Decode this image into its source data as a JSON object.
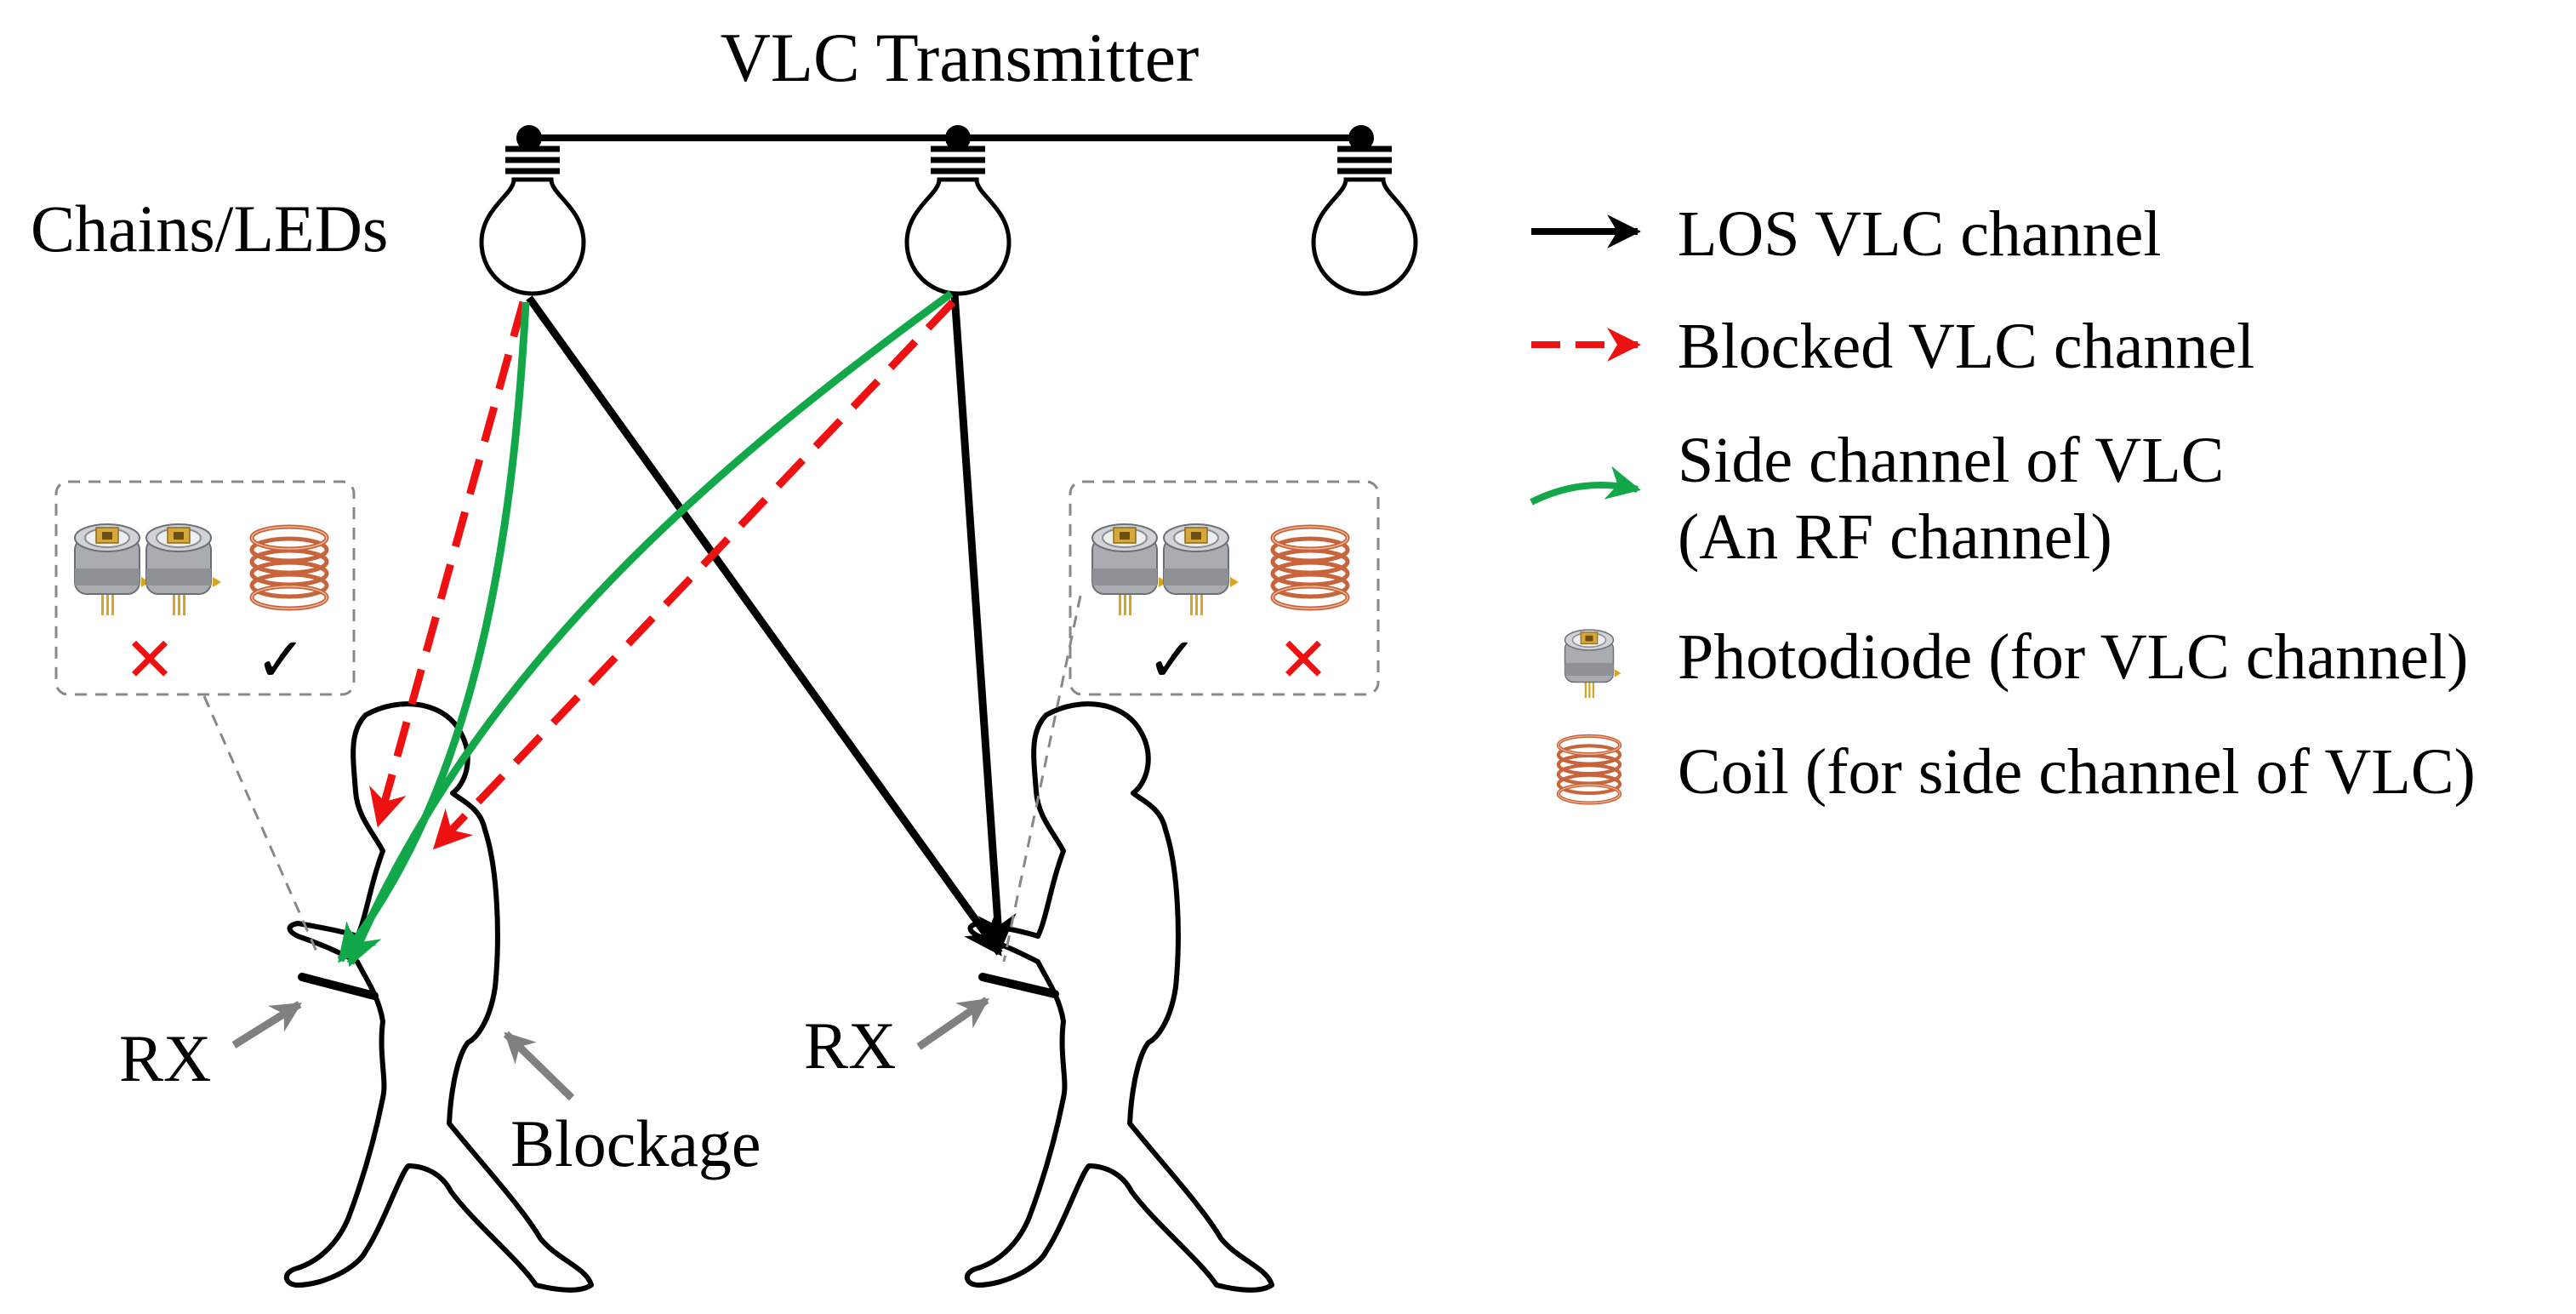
{
  "title": "VLC Transmitter",
  "led_label": "Chains/LEDs",
  "receivers": [
    {
      "label": "RX",
      "photodiode_status": "✕",
      "coil_status": "✓"
    },
    {
      "label": "RX",
      "photodiode_status": "✓",
      "coil_status": "✕"
    }
  ],
  "blockage_label": "Blockage",
  "legend": [
    {
      "icon": "black-arrow-icon",
      "text": "LOS VLC channel"
    },
    {
      "icon": "red-dashed-arrow-icon",
      "text": "Blocked VLC channel"
    },
    {
      "icon": "green-curved-arrow-icon",
      "text": "Side channel of VLC",
      "text2": "(An RF channel)"
    },
    {
      "icon": "photodiode-icon",
      "text": "Photodiode (for VLC channel)"
    },
    {
      "icon": "coil-icon",
      "text": "Coil (for side channel of VLC)"
    }
  ],
  "colors": {
    "los": "#000000",
    "blocked": "#ee1111",
    "side": "#12a84a",
    "pointer": "#808080",
    "coil": "#c8643c",
    "cross": "#ee1111"
  }
}
